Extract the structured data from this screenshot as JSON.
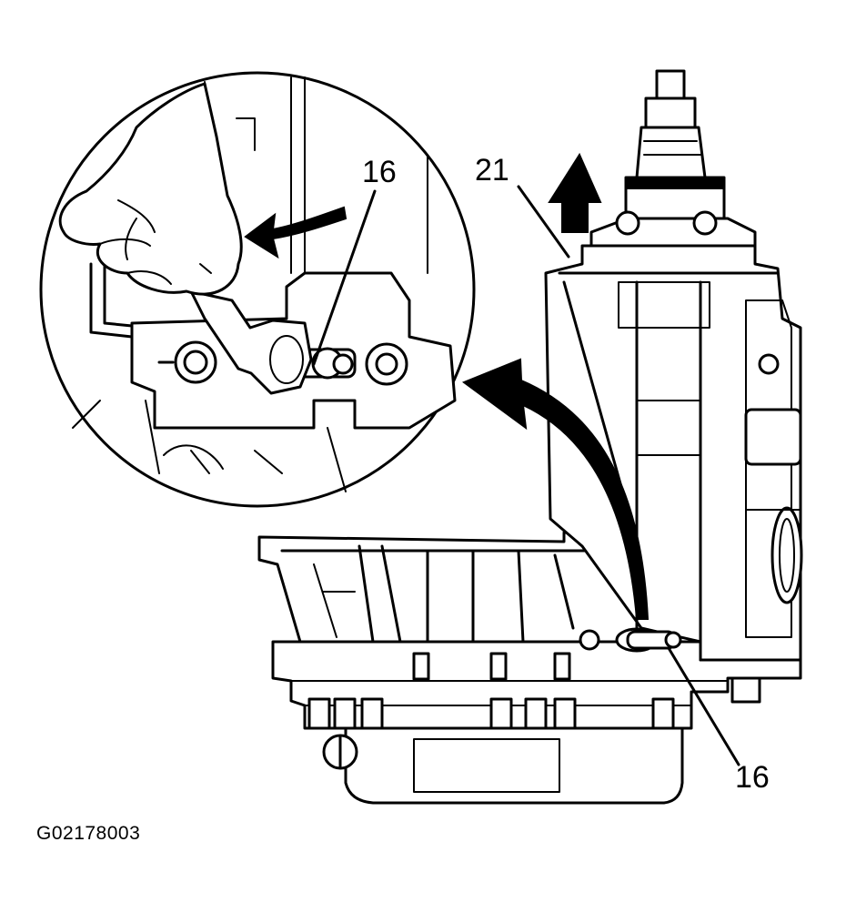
{
  "figure": {
    "code": "G02178003",
    "callouts": {
      "detail_bolt": "16",
      "main_bolt": "16",
      "housing": "21"
    }
  }
}
